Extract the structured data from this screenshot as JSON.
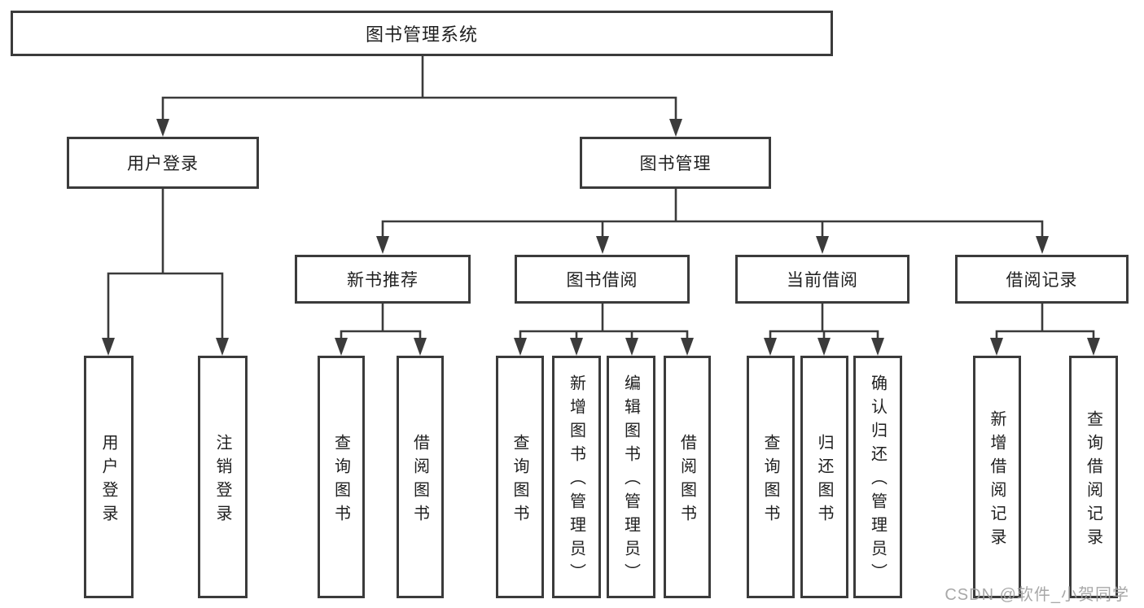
{
  "diagram": {
    "root": {
      "label": "图书管理系统"
    },
    "branches": [
      {
        "label": "用户登录",
        "leaves": [
          {
            "label": "用户登录"
          },
          {
            "label": "注销登录"
          }
        ]
      },
      {
        "label": "图书管理",
        "groups": [
          {
            "label": "新书推荐",
            "leaves": [
              {
                "label": "查询图书"
              },
              {
                "label": "借阅图书"
              }
            ]
          },
          {
            "label": "图书借阅",
            "leaves": [
              {
                "label": "查询图书"
              },
              {
                "label": "新增图书（管理员）"
              },
              {
                "label": "编辑图书（管理员）"
              },
              {
                "label": "借阅图书"
              }
            ]
          },
          {
            "label": "当前借阅",
            "leaves": [
              {
                "label": "查询图书"
              },
              {
                "label": "归还图书"
              },
              {
                "label": "确认归还（管理员）"
              }
            ]
          },
          {
            "label": "借阅记录",
            "leaves": [
              {
                "label": "新增借阅记录"
              },
              {
                "label": "查询借阅记录"
              }
            ]
          }
        ]
      }
    ],
    "watermark": "CSDN @软件_小贺同学",
    "colors": {
      "line": "#3b3b3b",
      "text": "#1f1f1f",
      "watermark": "#9e9e9e",
      "background": "#ffffff"
    }
  }
}
